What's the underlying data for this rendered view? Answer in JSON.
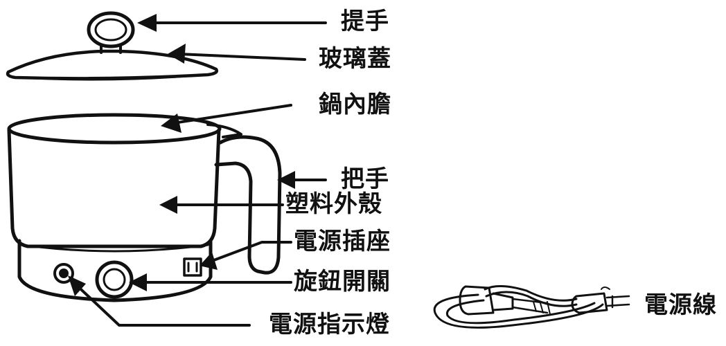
{
  "labels": {
    "handle_top": "提手",
    "glass_lid": "玻璃蓋",
    "inner_pot": "鍋內膽",
    "side_handle": "把手",
    "plastic_shell": "塑料外殼",
    "power_socket": "電源插座",
    "knob": "旋鈕開關",
    "power_indicator": "電源指示燈",
    "power_cord": "電源線"
  }
}
